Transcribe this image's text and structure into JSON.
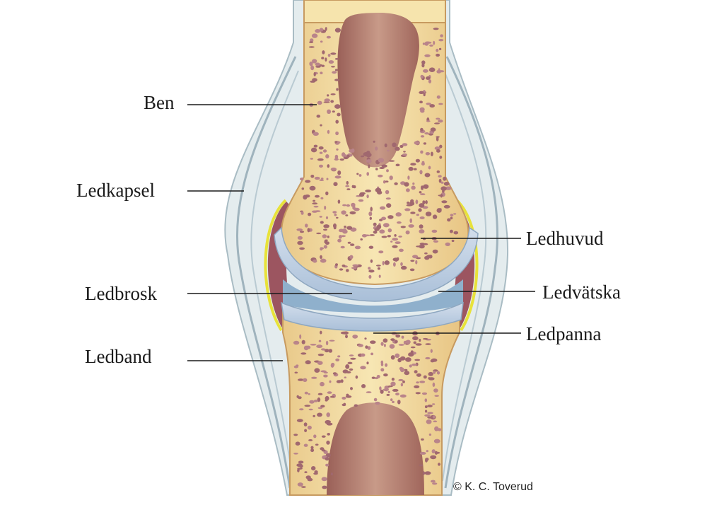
{
  "labels": {
    "ben": "Ben",
    "ledkapsel": "Ledkapsel",
    "ledbrosk": "Ledbrosk",
    "ledband": "Ledband",
    "ledhuvud": "Ledhuvud",
    "ledvatska": "Ledvätska",
    "ledpanna": "Ledpanna"
  },
  "credit": "© K. C. Toverud",
  "colors": {
    "bone": "#f3dea2",
    "marrow": "#b07b72",
    "cartilage": "#b9cbe0",
    "fluid": "#8fb0cc",
    "capsule": "#c7d4d9",
    "synovial_pink": "#9c5560",
    "membrane_yellow": "#e8e23a"
  }
}
